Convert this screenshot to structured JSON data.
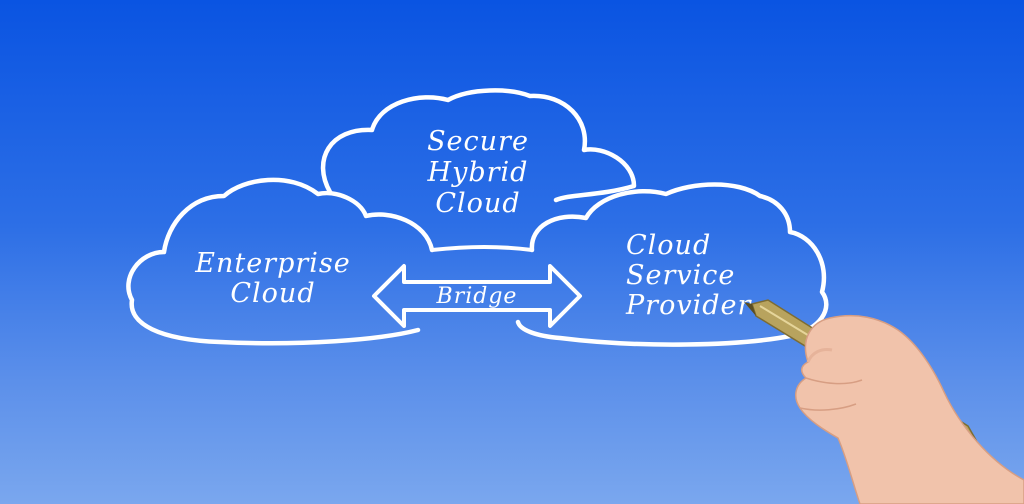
{
  "diagram": {
    "top_cloud": {
      "lines": [
        "Secure",
        "Hybrid",
        "Cloud"
      ]
    },
    "left_cloud": {
      "lines": [
        "Enterprise",
        "Cloud"
      ]
    },
    "right_cloud": {
      "lines": [
        "Cloud",
        "Service",
        "Provider"
      ]
    },
    "bridge": {
      "label": "Bridge"
    }
  },
  "colors": {
    "background_top": "#0a54e2",
    "background_bottom": "#7aa7ee",
    "ink": "#ffffff",
    "pen_gold": "#b8a35e",
    "skin": "#f1c3ab"
  }
}
